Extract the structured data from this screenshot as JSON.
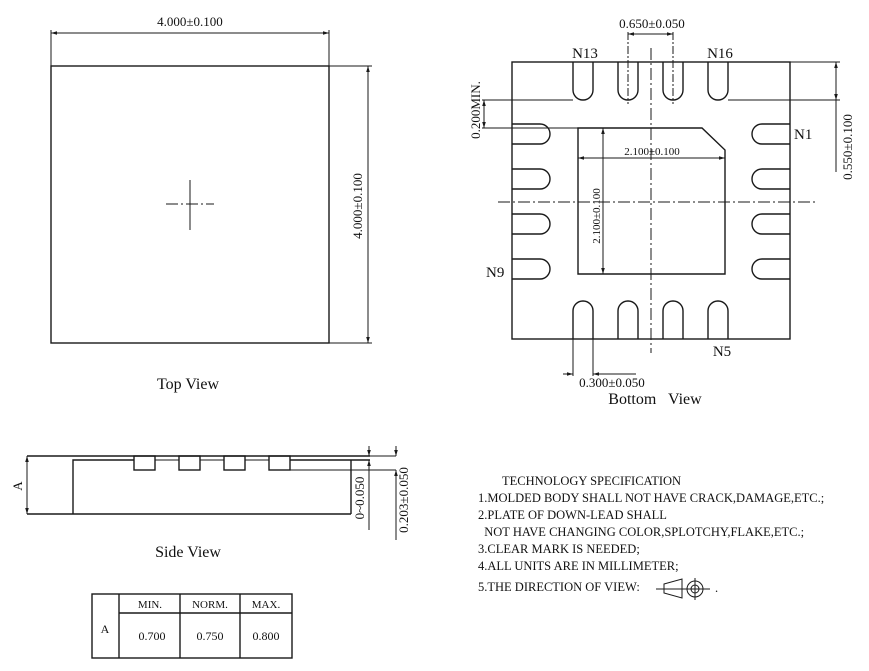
{
  "top_view": {
    "label": "Top View",
    "width_dim": "4.000±0.100",
    "height_dim": "4.000±0.100"
  },
  "bottom_view": {
    "label": "Bottom   View",
    "pitch_dim": "0.650±0.050",
    "lead_length_dim": "0.550±0.100",
    "lead_gap_dim": "0.200MIN.",
    "pad_width_dim": "2.100±0.100",
    "pad_height_dim": "2.100±0.100",
    "lead_width_dim": "0.300±0.050",
    "pins": {
      "n13": "N13",
      "n16": "N16",
      "n1": "N1",
      "n9": "N9",
      "n5": "N5"
    }
  },
  "side_view": {
    "label": "Side View",
    "a_label": "A",
    "standoff_dim": "0~0.050",
    "lead_thickness_dim": "0.203±0.050"
  },
  "dimension_table": {
    "row_label": "A",
    "headers": [
      "MIN.",
      "NORM.",
      "MAX."
    ],
    "values": [
      "0.700",
      "0.750",
      "0.800"
    ]
  },
  "tech_spec": {
    "title": "TECHNOLOGY SPECIFICATION",
    "lines": [
      "1.MOLDED BODY SHALL NOT HAVE CRACK,DAMAGE,ETC.;",
      "2.PLATE OF DOWN-LEAD SHALL",
      "  NOT HAVE CHANGING COLOR,SPLOTCHY,FLAKE,ETC.;",
      "3.CLEAR MARK IS NEEDED;",
      "4.ALL UNITS ARE IN MILLIMETER;",
      "5.THE DIRECTION OF VIEW:"
    ],
    "trailing_dot": "."
  }
}
